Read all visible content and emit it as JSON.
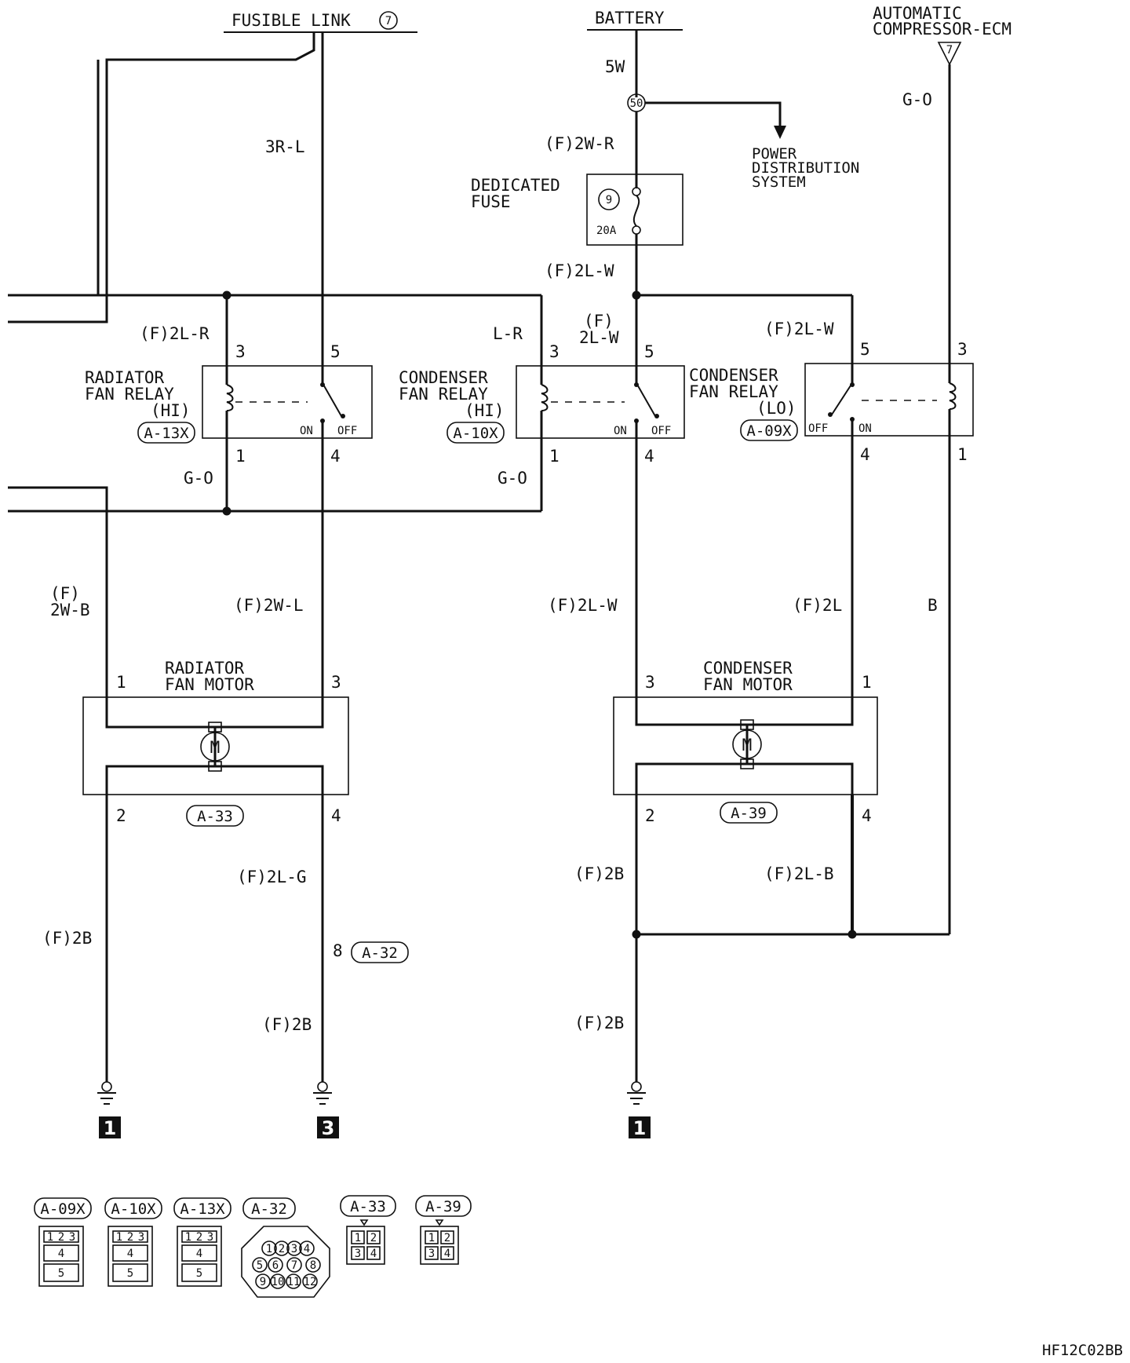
{
  "sources": {
    "fusible_link": "FUSIBLE LINK",
    "fusible_link_no": "7",
    "battery": "BATTERY",
    "compressor_line1": "AUTOMATIC",
    "compressor_line2": "COMPRESSOR-ECM",
    "compressor_pin": "7"
  },
  "power": {
    "junction_no": "50",
    "distribution_line1": "POWER",
    "distribution_line2": "DISTRIBUTION",
    "distribution_line3": "SYSTEM"
  },
  "fuse": {
    "label_line1": "DEDICATED",
    "label_line2": "FUSE",
    "number": "9",
    "rating": "20A"
  },
  "wires": {
    "battery_5w": "5W",
    "fuse_in": "(F)2W-R",
    "fuse_out": "(F)2L-W",
    "fl_3rl": "3R-L",
    "rad_relay_3": "(F)2L-R",
    "cond_hi_3": "L-R",
    "cond_hi_5_a": "(F)",
    "cond_hi_5_b": "2L-W",
    "cond_lo_5": "(F)2L-W",
    "ecm_go": "G-O",
    "rad_relay_1": "G-O",
    "cond_hi_1": "G-O",
    "rad_motor_1_a": "(F)",
    "rad_motor_1_b": "2W-B",
    "rad_motor_3": "(F)2W-L",
    "cond_motor_3": "(F)2L-W",
    "cond_motor_1": "(F)2L",
    "ecm_b": "B",
    "rad_motor_2": "(F)2B",
    "rad_motor_4": "(F)2L-G",
    "rad_motor_4_low": "(F)2B",
    "cond_motor_2": "(F)2B",
    "cond_motor_4": "(F)2L-B",
    "cond_ground": "(F)2B"
  },
  "relays": {
    "radiator_hi": {
      "line1": "RADIATOR",
      "line2": "FAN RELAY",
      "line3": "(HI)",
      "connector": "A-13X",
      "pin_coil_top": "3",
      "pin_switch_top": "5",
      "pin_coil_bottom": "1",
      "pin_switch_bottom": "4",
      "on": "ON",
      "off": "OFF"
    },
    "condenser_hi": {
      "line1": "CONDENSER",
      "line2": "FAN RELAY",
      "line3": "(HI)",
      "connector": "A-10X",
      "pin_coil_top": "3",
      "pin_switch_top": "5",
      "pin_coil_bottom": "1",
      "pin_switch_bottom": "4",
      "on": "ON",
      "off": "OFF"
    },
    "condenser_lo": {
      "line1": "CONDENSER",
      "line2": "FAN RELAY",
      "line3": "(LO)",
      "connector": "A-09X",
      "pin_coil_top": "3",
      "pin_switch_top": "5",
      "pin_coil_bottom": "1",
      "pin_switch_bottom": "4",
      "on": "ON",
      "off": "OFF"
    }
  },
  "motors": {
    "radiator": {
      "line1": "RADIATOR",
      "line2": "FAN MOTOR",
      "connector": "A-33",
      "symbol": "M",
      "pin1": "1",
      "pin2": "2",
      "pin3": "3",
      "pin4": "4"
    },
    "condenser": {
      "line1": "CONDENSER",
      "line2": "FAN MOTOR",
      "connector": "A-39",
      "symbol": "M",
      "pin1": "1",
      "pin2": "2",
      "pin3": "3",
      "pin4": "4"
    }
  },
  "intermediate": {
    "connector": "A-32",
    "pin": "8"
  },
  "grounds": [
    "1",
    "3",
    "1"
  ],
  "legend": {
    "labels": [
      "A-09X",
      "A-10X",
      "A-13X",
      "A-32",
      "A-33",
      "A-39"
    ],
    "relay_pins": [
      "1",
      "2",
      "3",
      "4",
      "5"
    ],
    "a32_pins": [
      "1",
      "2",
      "3",
      "4",
      "5",
      "6",
      "7",
      "8",
      "9",
      "10",
      "11",
      "12"
    ],
    "motor_pins": [
      "1",
      "2",
      "3",
      "4"
    ]
  },
  "figure_code": "HF12C02BB"
}
